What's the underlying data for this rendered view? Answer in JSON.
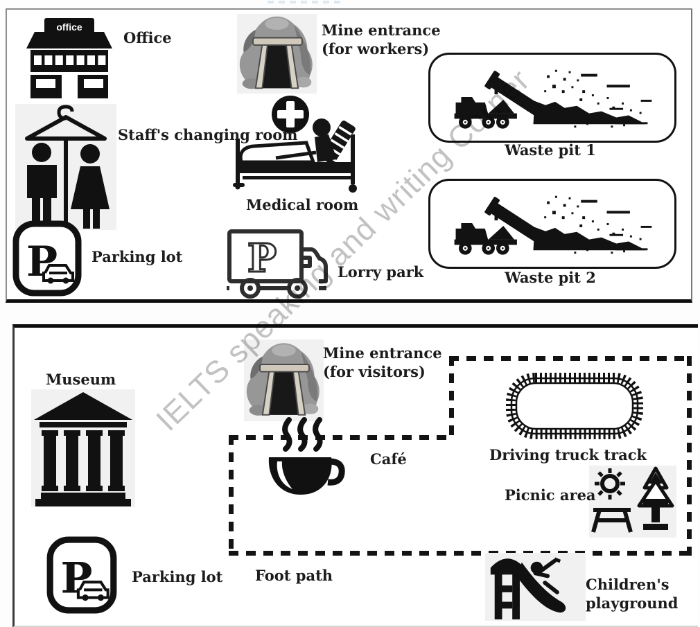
{
  "watermark": "IELTS speaking and writing Corner",
  "worker_area": {
    "office": {
      "sign": "office",
      "label": "Office"
    },
    "changing_room": {
      "label": "Staff's changing room"
    },
    "parking_lot": {
      "letter": "P",
      "label": "Parking lot"
    },
    "mine_entrance": {
      "label_line1": "Mine entrance",
      "label_line2": "(for workers)"
    },
    "medical_room": {
      "label": "Medical room"
    },
    "lorry_park": {
      "letter": "P",
      "label": "Lorry park"
    },
    "waste_pit_1": {
      "label": "Waste pit 1"
    },
    "waste_pit_2": {
      "label": "Waste pit 2"
    }
  },
  "visitor_area": {
    "museum": {
      "label": "Museum"
    },
    "mine_entrance": {
      "label_line1": "Mine entrance",
      "label_line2": "(for visitors)"
    },
    "cafe": {
      "label": "Café"
    },
    "driving_truck_track": {
      "label": "Driving truck track"
    },
    "picnic_area": {
      "label": "Picnic area"
    },
    "foot_path": {
      "label": "Foot path"
    },
    "parking_lot": {
      "letter": "P",
      "label": "Parking lot"
    },
    "childrens_playground": {
      "label_line1": "Children's",
      "label_line2": "playground"
    }
  }
}
